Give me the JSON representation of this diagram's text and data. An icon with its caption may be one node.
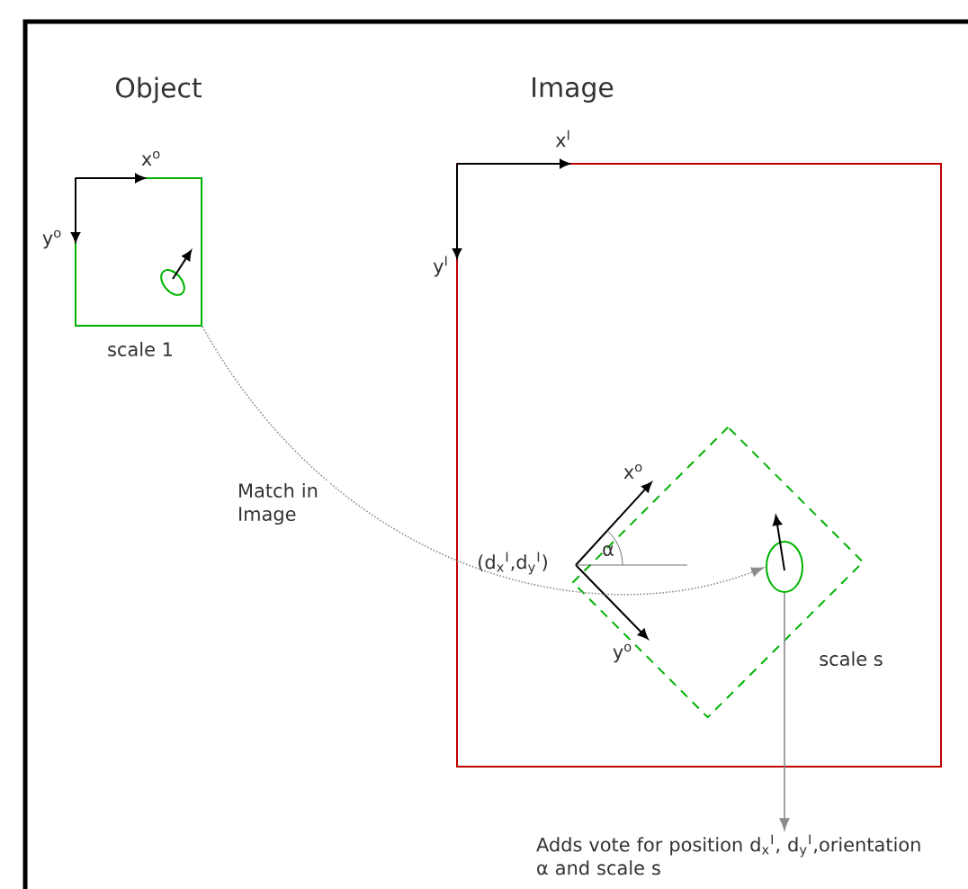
{
  "diagram": {
    "nodes": [
      {
        "text": [],
        "shape": "box",
        "beside": [
          "scale 1"
        ]
      },
      {
        "text": [],
        "shape": "box"
      },
      {
        "text": [],
        "shape": "diamond",
        "in": 1,
        "beside": [
          "scale s"
        ]
      },
      {
        "text": [],
        "shape": "ellipse",
        "in": 2
      },
      {
        "text": [
          "Adds vote for position d$_{x}$$^{I}$, d$_{y}$$^{I}$,orientation α and scale s"
        ]
      }
    ],
    "edges": [
      {
        "from": 0,
        "to": 3,
        "arrow": "to",
        "label": "Match in Image",
        "style": "dashed"
      },
      {
        "from": 3,
        "to": 4,
        "arrow": "to"
      }
    ],
    "labels": [
      "Object",
      "Image",
      "x$^{o}$",
      "y$^{o}$",
      "x$^{I}$",
      "y$^{I}$",
      "(d$_{x}$$^{I}$,d$_{y}$$^{I}$)",
      "α",
      "x$^{o}$",
      "y$^{o}$"
    ]
  }
}
